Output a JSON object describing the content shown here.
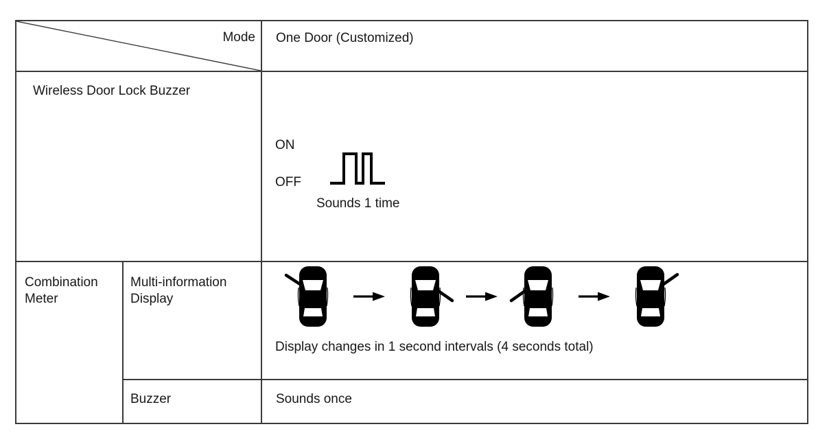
{
  "colors": {
    "background": "#ffffff",
    "border": "#3a3a3a",
    "text": "#171717",
    "icon_fill": "#000000"
  },
  "header": {
    "mode_label": "Mode",
    "mode_value": "One Door (Customized)"
  },
  "wireless_buzzer": {
    "label": "Wireless Door Lock Buzzer",
    "waveform": {
      "icon": "buzzer-pulse-waveform-icon",
      "on_label": "ON",
      "off_label": "OFF",
      "pulse_count": 2,
      "caption": "Sounds 1 time"
    }
  },
  "combination_meter": {
    "label": "Combination Meter",
    "multi_information_display": {
      "label": "Multi-information Display",
      "caption": "Display changes in 1 second intervals (4 seconds total)",
      "separator_icon": "right-arrow-icon",
      "sequence": [
        {
          "icon": "car-top-view-icon",
          "open_door": "front-left"
        },
        {
          "icon": "car-top-view-icon",
          "open_door": "front-right"
        },
        {
          "icon": "car-top-view-icon",
          "open_door": "rear-left"
        },
        {
          "icon": "car-top-view-icon",
          "open_door": "front-right-up"
        }
      ]
    },
    "buzzer": {
      "label": "Buzzer",
      "value": "Sounds once"
    }
  }
}
